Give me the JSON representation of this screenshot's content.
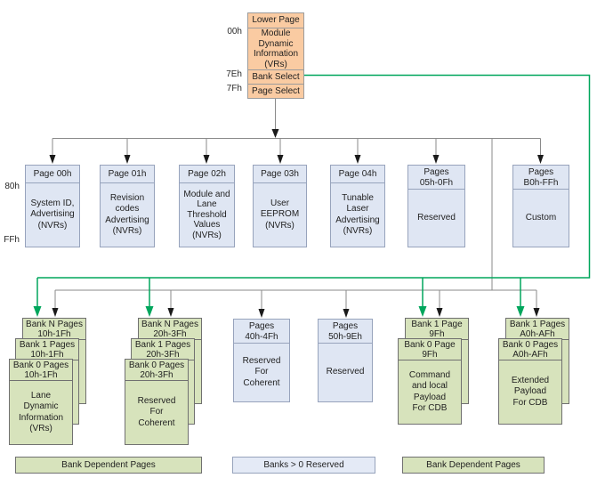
{
  "colors": {
    "lower_page_fill": "#FACBA2",
    "upper_page_fill": "#DFE6F3",
    "banked_page_fill": "#D7E3BC",
    "bank_select_line": "#00A65C",
    "connector_line": "#8A8A8A"
  },
  "lower_page": {
    "header": "Lower Page",
    "body": "Module\nDynamic\nInformation\n(VRs)",
    "bank_select": "Bank Select",
    "page_select": "Page Select",
    "addr_body": "00h",
    "addr_bank_select": "7Eh",
    "addr_page_select": "7Fh"
  },
  "upper_pages": {
    "addr_top": "80h",
    "addr_bottom": "FFh",
    "boxes": [
      {
        "header": "Page 00h",
        "body": "System ID,\nAdvertising\n(NVRs)"
      },
      {
        "header": "Page 01h",
        "body": "Revision\ncodes\nAdvertising\n(NVRs)"
      },
      {
        "header": "Page 02h",
        "body": "Module and\nLane\nThreshold\nValues\n(NVRs)"
      },
      {
        "header": "Page 03h",
        "body": "User\nEEPROM\n(NVRs)"
      },
      {
        "header": "Page 04h",
        "body": "Tunable\nLaser\nAdvertising\n(NVRs)"
      },
      {
        "header": "Pages\n05h-0Fh",
        "body": "Reserved"
      },
      {
        "header": "Pages\nB0h-FFh",
        "body": "Custom"
      }
    ]
  },
  "banked_pages": {
    "stacks": [
      {
        "layers": [
          "Bank N Pages\n10h-1Fh",
          "Bank 1 Pages\n10h-1Fh",
          "Bank 0 Pages\n10h-1Fh"
        ],
        "body": "Lane\nDynamic\nInformation\n(VRs)"
      },
      {
        "layers": [
          "Bank N Pages\n20h-3Fh",
          "Bank 1 Pages\n20h-3Fh",
          "Bank 0 Pages\n20h-3Fh"
        ],
        "body": "Reserved\nFor\nCoherent"
      },
      {
        "layers": [
          "Bank 1 Page\n9Fh",
          "Bank 0 Page\n9Fh"
        ],
        "body": "Command\nand local\nPayload\nFor CDB"
      },
      {
        "layers": [
          "Bank 1 Pages\nA0h-AFh",
          "Bank 0 Pages\nA0h-AFh"
        ],
        "body": "Extended\nPayload\nFor CDB"
      }
    ],
    "plain_boxes": [
      {
        "header": "Pages\n40h-4Fh",
        "body": "Reserved\nFor\nCoherent"
      },
      {
        "header": "Pages\n50h-9Eh",
        "body": "Reserved"
      }
    ]
  },
  "legend": {
    "left": "Bank Dependent Pages",
    "middle": "Banks > 0 Reserved",
    "right": "Bank Dependent Pages"
  }
}
